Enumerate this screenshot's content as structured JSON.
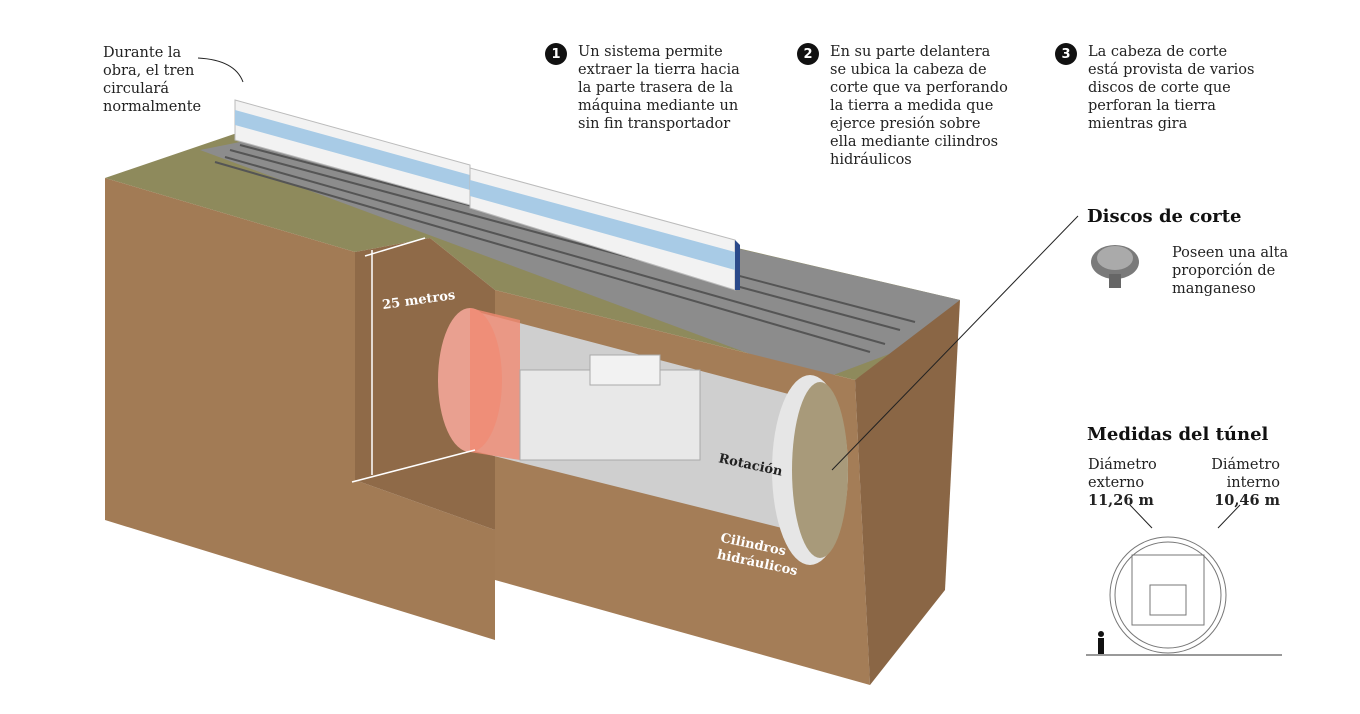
{
  "intro_note": "Durante la obra, el tren circulará normalmente",
  "steps": [
    {
      "number": "1",
      "text": "Un sistema permite extraer la tierra hacia la parte trasera de la máquina mediante un sin fin transportador"
    },
    {
      "number": "2",
      "text": "En su parte delantera se ubica la cabeza de corte que va perforando la tierra a medida que ejerce presión sobre ella mediante cilindros hidráulicos"
    },
    {
      "number": "3",
      "text": "La cabeza de corte está provista de varios discos de corte que perforan la tierra mientras gira"
    }
  ],
  "labels": {
    "depth": "25 metros",
    "rotation": "Rotación",
    "cylinders_1": "Cilindros",
    "cylinders_2": "hidráulicos"
  },
  "discs": {
    "title": "Discos de corte",
    "text": "Poseen una alta proporción de manganeso"
  },
  "tunnel_measures": {
    "title": "Medidas del túnel",
    "external_label": "Diámetro externo",
    "external_value": "11,26 m",
    "internal_label": "Diámetro interno",
    "internal_value": "10,46 m"
  },
  "colors": {
    "soil": "#a07a55",
    "soil_dark": "#8a6645",
    "grass": "#8a8a55",
    "gravel": "#8e8e8e",
    "train_blue": "#2b4a8a",
    "shield_red": "#e87060"
  }
}
